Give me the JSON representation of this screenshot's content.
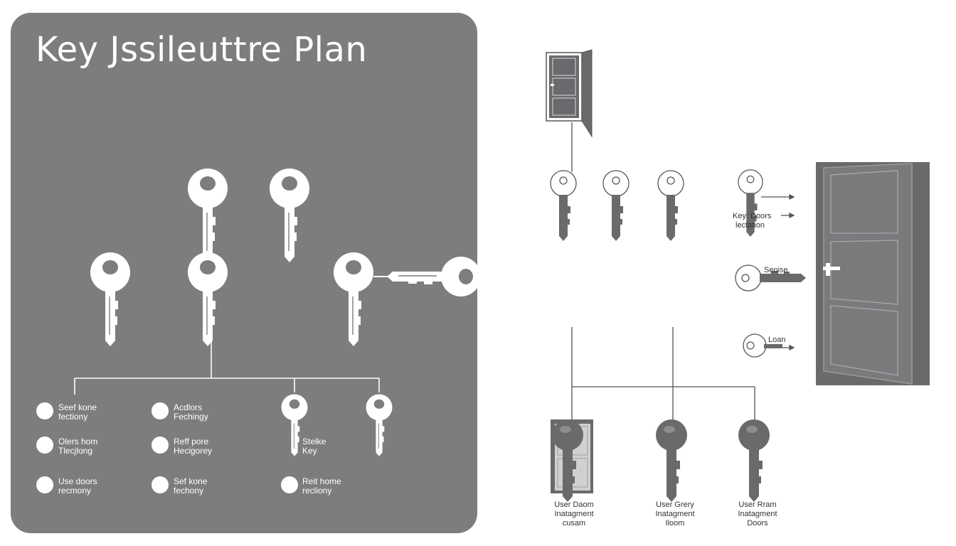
{
  "title": "Key Jssileuttre Plan",
  "left_labels": [
    {
      "line1": "Seef kone",
      "line2": "fectiony"
    },
    {
      "line1": "Acdlors",
      "line2": "Fechingy"
    },
    {
      "line1": "Olers hom",
      "line2": "Tlecjlong"
    },
    {
      "line1": "Reff pore",
      "line2": "Hecigorey"
    },
    {
      "line1": "Stelke",
      "line2": "Key"
    },
    {
      "line1": "Use doors",
      "line2": "recmony"
    },
    {
      "line1": "Sef kone",
      "line2": "fechony"
    },
    {
      "line1": "Reit home",
      "line2": "recliony"
    }
  ],
  "right_labels": {
    "keys_doors": "Key: Doors",
    "lectation": "lectation",
    "sense": "Senise",
    "loan": "Loan"
  },
  "bottom_labels": [
    {
      "line1": "User Daom",
      "line2": "Inatagment",
      "line3": "cusam"
    },
    {
      "line1": "User Grery",
      "line2": "Inatagment",
      "line3": "Iloom"
    },
    {
      "line1": "User Rram",
      "line2": "Inatagment",
      "line3": "Doors"
    }
  ],
  "colors": {
    "panel": "#7d7d80",
    "key_light": "#ffffff",
    "key_dark": "#6a6a6d",
    "line_dark": "#555558"
  }
}
